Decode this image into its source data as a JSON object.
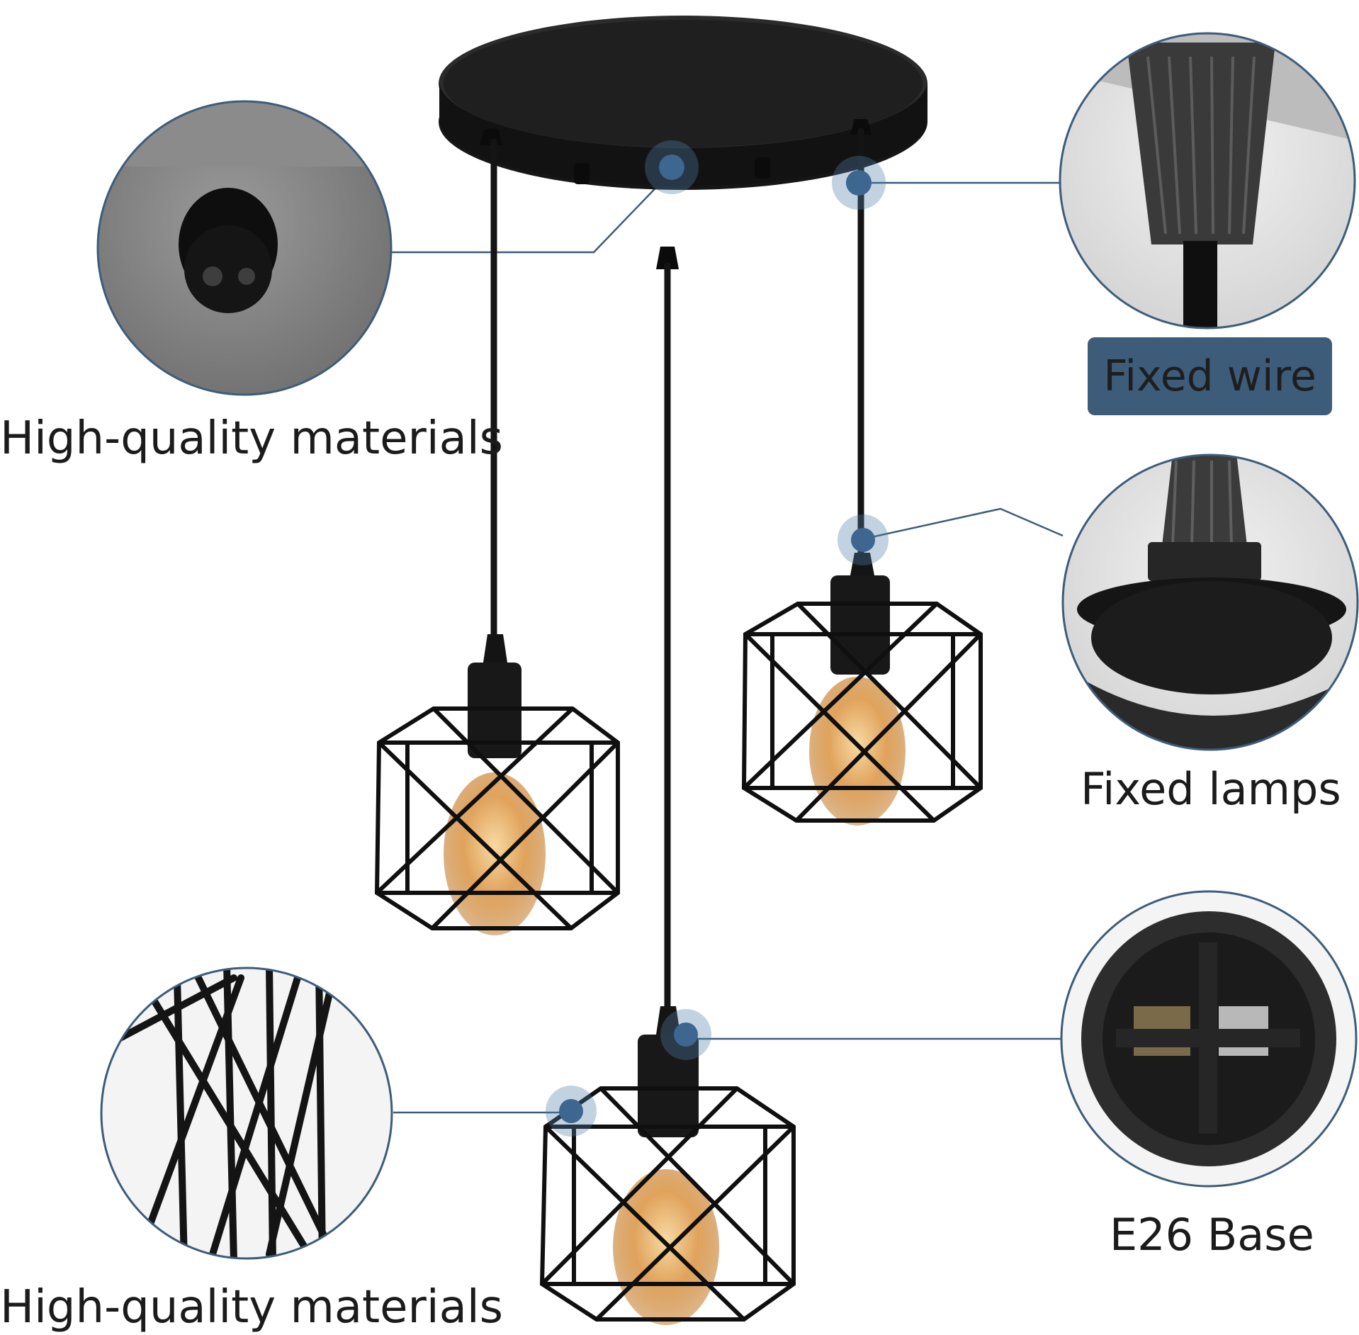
{
  "callouts": {
    "top_left": "High-quality materials",
    "top_right": "Fixed wire",
    "mid_right": "Fixed lamps",
    "bottom_left": "High-quality materials",
    "bottom_right": "E26 Base"
  },
  "colors": {
    "accent": "#3d5c7a",
    "hotspot": "#4f7fa6",
    "metal": "#1b1b1b",
    "bulb_glow": "#e8b06a"
  },
  "icons": [
    "canopy-plate",
    "pendant-lamp",
    "detail-circle"
  ]
}
